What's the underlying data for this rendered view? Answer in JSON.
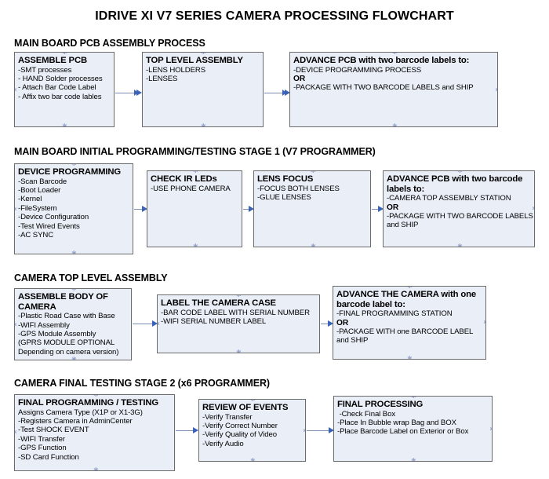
{
  "title": "IDRIVE XI V7 SERIES CAMERA PROCESSING FLOWCHART",
  "sections": [
    {
      "heading": "MAIN BOARD PCB ASSEMBLY PROCESS",
      "nodes": [
        {
          "title": "ASSEMBLE PCB",
          "lines": [
            "-SMT processes",
            "- HAND Solder processes",
            "- Attach Bar Code Label",
            "- Affix two bar code lables"
          ]
        },
        {
          "title": "TOP LEVEL ASSEMBLY",
          "lines": [
            "-LENS HOLDERS",
            "-LENSES"
          ]
        },
        {
          "title": "ADVANCE PCB with two barcode labels to:",
          "lines": [
            "-DEVICE PROGRAMMING PROCESS",
            "OR",
            "-PACKAGE WITH TWO BARCODE LABELS and SHIP"
          ]
        }
      ]
    },
    {
      "heading": "MAIN BOARD INITIAL PROGRAMMING/TESTING STAGE 1 (V7 PROGRAMMER)",
      "nodes": [
        {
          "title": "DEVICE PROGRAMMING",
          "lines": [
            "-Scan Barcode",
            "-Boot Loader",
            "-Kernel",
            "-FileSystem",
            "-Device Configuration",
            "-Test Wired Events",
            "-AC SYNC"
          ]
        },
        {
          "title": "CHECK IR LEDs",
          "lines": [
            "-USE PHONE CAMERA"
          ]
        },
        {
          "title": "LENS FOCUS",
          "lines": [
            "-FOCUS BOTH LENSES",
            "-GLUE LENSES"
          ]
        },
        {
          "title": "ADVANCE PCB with two barcode labels to:",
          "lines": [
            "-CAMERA TOP ASSEMBLY STATION",
            "OR",
            "-PACKAGE WITH TWO BARCODE LABELS",
            "and SHIP"
          ]
        }
      ]
    },
    {
      "heading": "CAMERA TOP LEVEL ASSEMBLY",
      "nodes": [
        {
          "title": "ASSEMBLE BODY OF CAMERA",
          "lines": [
            "-Plastic Road Case with Base",
            "-WIFI Assembly",
            "-GPS Module Assembly",
            "(GPRS MODULE OPTIONAL",
            "Depending on camera version)"
          ]
        },
        {
          "title": "LABEL THE CAMERA CASE",
          "lines": [
            "-BAR CODE LABEL WITH SERIAL NUMBER",
            "-WIFI SERIAL NUMBER LABEL"
          ]
        },
        {
          "title": "ADVANCE THE CAMERA with one barcode label to:",
          "lines": [
            "-FINAL PROGRAMMING STATION",
            "OR",
            "-PACKAGE WITH one BARCODE LABEL",
            "and SHIP"
          ]
        }
      ]
    },
    {
      "heading": "CAMERA FINAL TESTING STAGE 2 (x6 PROGRAMMER)",
      "nodes": [
        {
          "title": "FINAL PROGRAMMING / TESTING",
          "lines": [
            "Assigns Camera Type (X1P or X1-3G)",
            "-Registers Camera in AdminCenter",
            "-Test SHOCK EVENT",
            "-WIFI Transfer",
            "-GPS Function",
            "-SD Card Function"
          ]
        },
        {
          "title": "REVIEW OF EVENTS",
          "lines": [
            "-Verify Transfer",
            "-Verify Correct Number",
            "-Verify Quality of Video",
            "-Verify Audio"
          ]
        },
        {
          "title": "FINAL PROCESSING",
          "lines": [
            " -Check Final Box",
            "-Place In Bubble wrap Bag and BOX",
            "-Place Barcode Label on Exterior or Box"
          ]
        }
      ]
    }
  ],
  "colors": {
    "node_fill": "#e9eef7",
    "node_border": "#6b6b6b",
    "arrow": "#3a63b8",
    "text": "#000000"
  }
}
